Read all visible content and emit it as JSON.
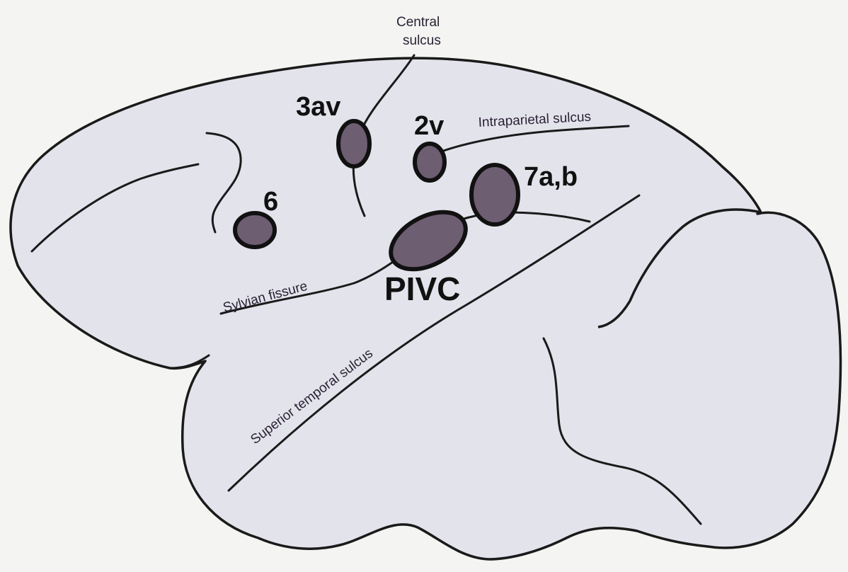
{
  "labels": {
    "central_sulcus_line1": "Central",
    "central_sulcus_line2": "sulcus",
    "intraparietal_sulcus": "Intraparietal sulcus",
    "sylvian_fissure": "Sylvian fissure",
    "superior_temporal_sulcus": "Superior temporal sulcus"
  },
  "areas": {
    "area_3av": "3av",
    "area_2v": "2v",
    "area_7ab": "7a,b",
    "area_6": "6",
    "area_pivc": "PIVC"
  },
  "colors": {
    "background": "#f4f4f2",
    "brain_fill": "#e3e3ec",
    "area_fill": "#6e5e72",
    "outline": "#1a1a1a"
  }
}
